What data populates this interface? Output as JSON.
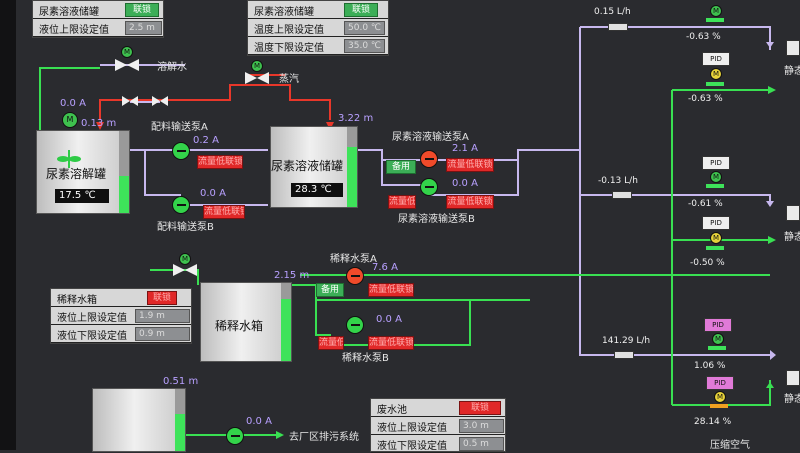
{
  "panels": {
    "urea_storage_top": {
      "title": "尿素溶液储罐",
      "badge": "联锁",
      "row1_label": "液位上限设定值",
      "row1_value": "2.5 m"
    },
    "temp_settings": {
      "title": "尿素溶液储罐",
      "badge": "联锁",
      "row1_label": "温度上限设定值",
      "row1_value": "50.0 ℃",
      "row2_label": "温度下限设定值",
      "row2_value": "35.0 ℃"
    },
    "dilution_tank": {
      "title": "稀释水箱",
      "badge": "联锁",
      "row1_label": "液位上限设定值",
      "row1_value": "1.9 m",
      "row2_label": "液位下限设定值",
      "row2_value": "0.9 m"
    },
    "waste_pool": {
      "title": "废水池",
      "badge": "联锁",
      "row1_label": "液位上限设定值",
      "row1_value": "3.0 m",
      "row2_label": "液位下限设定值",
      "row2_value": "0.5 m"
    }
  },
  "tanks": {
    "dissolve": {
      "name": "尿素溶解罐",
      "temp": "17.5 ℃",
      "level_label": "0.13 m",
      "level_fraction": 0.45
    },
    "storage": {
      "name": "尿素溶液储罐",
      "temp": "28.3 ℃",
      "level_label": "3.22 m",
      "level_fraction": 0.75
    },
    "dilution": {
      "name": "稀释水箱",
      "level_label": "2.15 m",
      "level_fraction": 0.8
    },
    "waste": {
      "level_label": "0.51 m"
    }
  },
  "labels": {
    "dissolve_water": "溶解水",
    "steam": "蒸汽",
    "mix_pump_a": "配料输送泵A",
    "mix_pump_b": "配料输送泵B",
    "urea_pump_a": "尿素溶液输送泵A",
    "urea_pump_b": "尿素溶液输送泵B",
    "dil_pump_a": "稀释水泵A",
    "dil_pump_b": "稀释水泵B",
    "sewage": "去厂区排污系统",
    "compressed_air": "压缩空气",
    "right_edge_1": "静态",
    "right_edge_2": "静态",
    "right_edge_3": "静态",
    "m": "M"
  },
  "currents": {
    "agitator": "0.0 A",
    "mix_a": "0.2 A",
    "mix_b": "0.0 A",
    "urea_a": "2.1 A",
    "urea_b": "0.0 A",
    "dil_a": "7.6 A",
    "dil_b": "0.0 A",
    "sewage": "0.0 A"
  },
  "badges": {
    "standby": "备用",
    "fault": "流量低联锁",
    "fault2": "流量低联锁"
  },
  "flows": {
    "f1": "0.15 L/h",
    "f2": "-0.13 L/h",
    "f3": "141.29 L/h"
  },
  "valve_readouts": {
    "v1": "-0.63 %",
    "v2": "-0.63 %",
    "v3": "-0.61 %",
    "v4": "-0.50 %",
    "v5": "1.06 %",
    "v6": "28.14 %"
  },
  "pid": {
    "label": "PID"
  },
  "colors": {
    "pipe_purple": "#c7b8ee",
    "pipe_green": "#39e052",
    "pipe_red": "#e8372a",
    "panel": "#d7d7d7"
  }
}
